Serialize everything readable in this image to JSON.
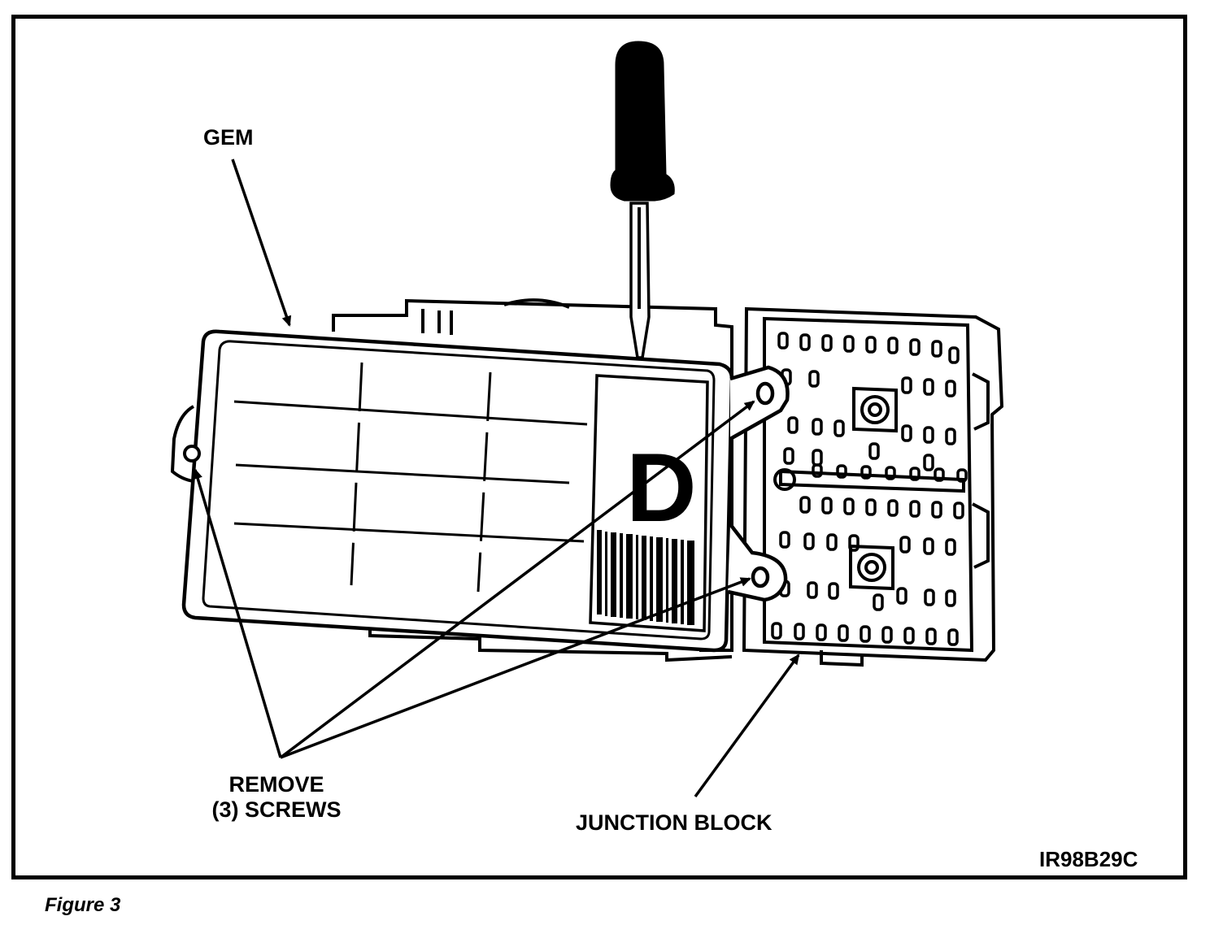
{
  "labels": {
    "gem": "GEM",
    "remove_line1": "REMOVE",
    "remove_line2": "(3) SCREWS",
    "junction_block": "JUNCTION BLOCK",
    "figure_code": "IR98B29C",
    "module_letter": "D"
  },
  "caption": "Figure 3"
}
